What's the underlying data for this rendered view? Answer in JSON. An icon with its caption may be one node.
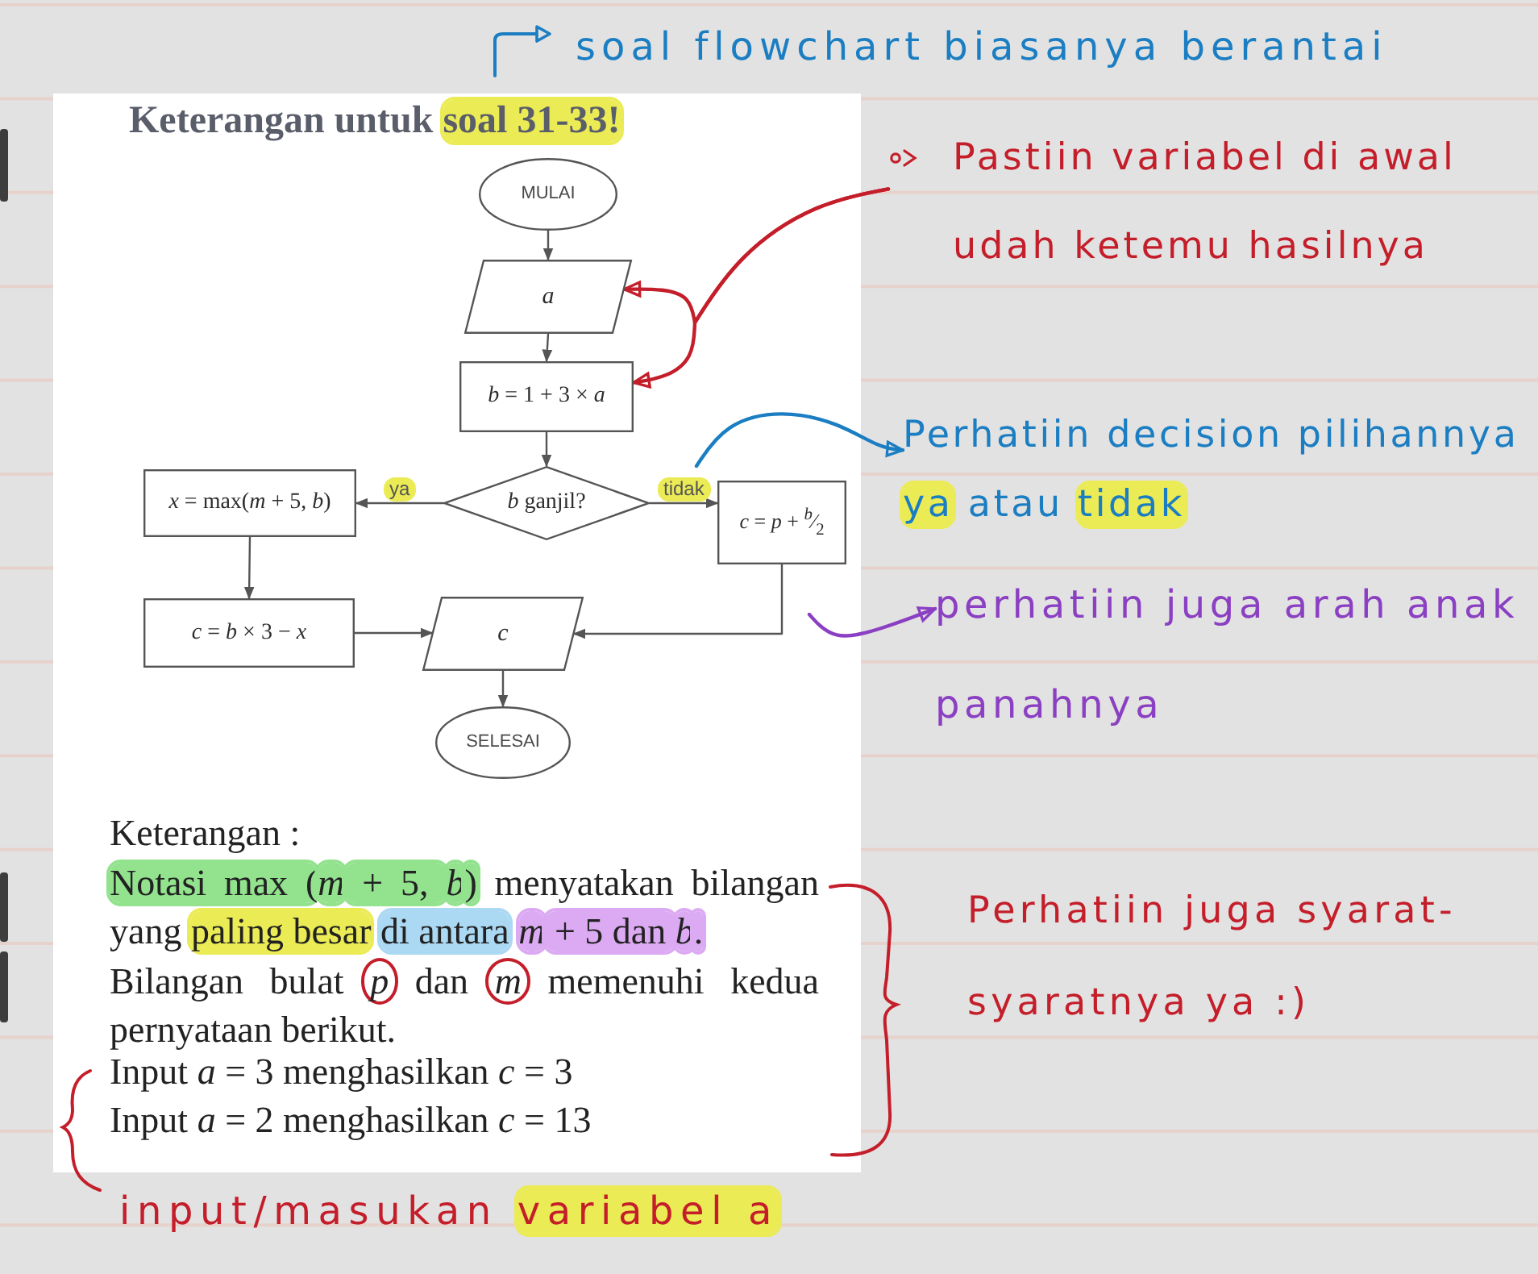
{
  "diagram": {
    "title": "Keterangan untuk soal 31-33!",
    "nodes": [
      {
        "text": [
          "MULAI"
        ]
      },
      {
        "text": [
          "a"
        ]
      },
      {
        "text": [
          "*b* = 1 + 3 × *a*"
        ]
      },
      {
        "text": [
          "*b* ganjil?"
        ]
      },
      {
        "text": [
          "*x* = max(*m* + 5, *b*)"
        ]
      },
      {
        "text": [
          "*c* = *p* + $^{b}$⁄$_{2}$"
        ]
      },
      {
        "text": [
          "*c* = *b* × 3 − *x*"
        ]
      },
      {
        "text": [
          "c"
        ]
      },
      {
        "text": [
          "SELESAI"
        ]
      },
      {
        "text": [
          "Pastiin variabel di awal udah ketemu hasilnya"
        ]
      },
      {
        "text": [
          "Perhatiin decision pilihannya ya atau tidak"
        ]
      },
      {
        "text": [
          "perhatiin juga arah anak panahnya"
        ]
      }
    ],
    "edges": [
      {
        "from": 0,
        "to": 1,
        "arrow": "to"
      },
      {
        "from": 1,
        "to": 2,
        "arrow": "to"
      },
      {
        "from": 2,
        "to": 3,
        "arrow": "to"
      },
      {
        "from": 3,
        "to": 4,
        "arrow": "to",
        "label": "ya"
      },
      {
        "from": 3,
        "to": 5,
        "arrow": "to",
        "label": "tidak"
      },
      {
        "from": 4,
        "to": 6,
        "arrow": "to"
      },
      {
        "from": 6,
        "to": 7,
        "arrow": "to"
      },
      {
        "from": 5,
        "to": 7,
        "arrow": "to"
      },
      {
        "from": 7,
        "to": 8,
        "arrow": "to"
      },
      {
        "from": 9,
        "to": 1,
        "arrow": "to",
        "color": "#c41e2a"
      },
      {
        "from": 9,
        "to": 2,
        "arrow": "to",
        "color": "#c41e2a"
      },
      {
        "from": null,
        "to": 10,
        "arrow": "to",
        "color": "#1b7ec2"
      },
      {
        "from": null,
        "to": 11,
        "arrow": "to",
        "color": "#8b3fc2"
      }
    ],
    "labels": [
      "soal flowchart biasanya berantai",
      "Keterangan :",
      "Notasi max (*m* + 5, *b*) menyatakan bilangan yang paling besar di antara *m* + 5 dan *b*.",
      "Bilangan bulat *p* dan *m* memenuhi kedua pernyataan berikut.",
      "Input *a* = 3 menghasilkan *c* = 3",
      "Input *a* = 2 menghasilkan *c* = 13",
      "Perhatiin juga syarat-syaratnya ya :)",
      "input/masukan variabel a"
    ]
  }
}
